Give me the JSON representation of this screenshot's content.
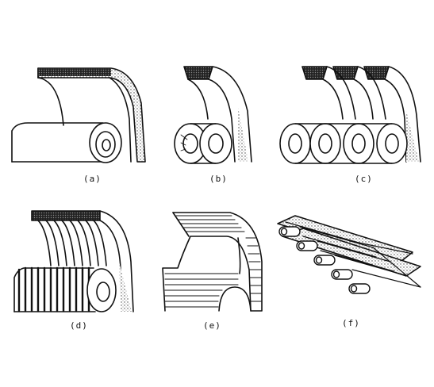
{
  "captions": {
    "a": "(a)",
    "b": "(b)",
    "c": "(c)",
    "d": "(d)",
    "e": "(e)",
    "f": "(f)"
  },
  "colors": {
    "ink": "#111111",
    "paper": "#ffffff",
    "stipple": "#555555"
  },
  "panels": [
    {
      "id": "a",
      "subject": "flat belt over pulley",
      "icon": "flat-belt-icon"
    },
    {
      "id": "b",
      "subject": "single V-belt over grooved sheave",
      "icon": "v-belt-icon"
    },
    {
      "id": "c",
      "subject": "multiple V-belts over multi-groove sheave",
      "icon": "multi-v-belt-icon"
    },
    {
      "id": "d",
      "subject": "ribbed belt over ribbed pulley",
      "icon": "ribbed-belt-icon"
    },
    {
      "id": "e",
      "subject": "toothed timing belt over toothed pulley",
      "icon": "timing-belt-icon"
    },
    {
      "id": "f",
      "subject": "roller chain",
      "icon": "roller-chain-icon"
    }
  ]
}
